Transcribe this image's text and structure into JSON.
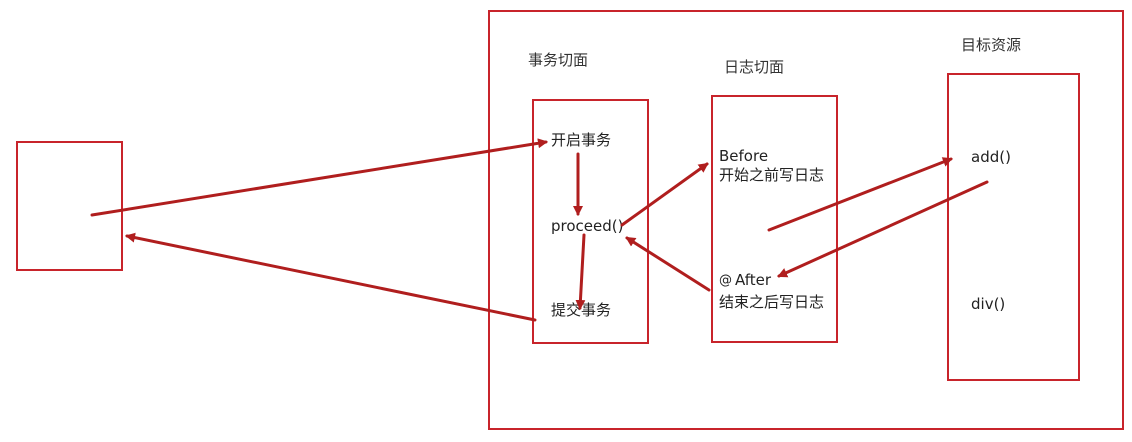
{
  "colors": {
    "frame": "#c8242b",
    "arrow": "#b01e1e"
  },
  "titles": {
    "transaction_aspect": "事务切面",
    "log_aspect": "日志切面",
    "target_resource": "目标资源"
  },
  "transaction": {
    "open": "开启事务",
    "proceed": "proceed()",
    "commit": "提交事务"
  },
  "log": {
    "before_tag": "Before",
    "before_text": "开始之前写日志",
    "after_at": "@",
    "after_tag": "After",
    "after_text": "结束之后写日志"
  },
  "target": {
    "add": "add()",
    "div": "div()"
  }
}
